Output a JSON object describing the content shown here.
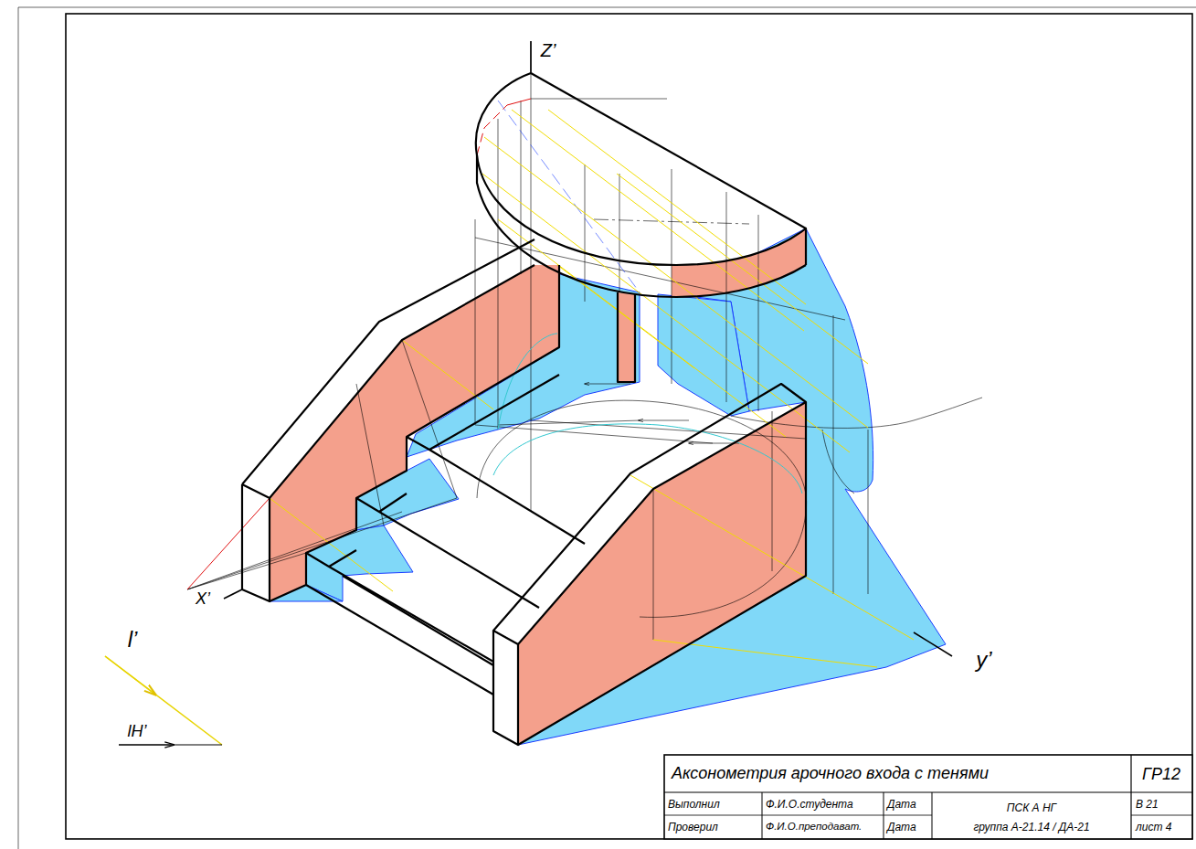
{
  "diagram": {
    "title": "Аксонометрия арочного входа с тенями",
    "labels": [
      "Z’",
      "X’",
      "y’",
      "l’",
      "lН’",
      "ГР12",
      "Выполнил",
      "Ф.И.О.студента",
      "Дата",
      "ПСК А НГ",
      "группа А-21.14 / ДА-21",
      "В 21",
      "Проверил",
      "Ф.И.О.преподават.",
      "Дата",
      "лист 4"
    ]
  }
}
